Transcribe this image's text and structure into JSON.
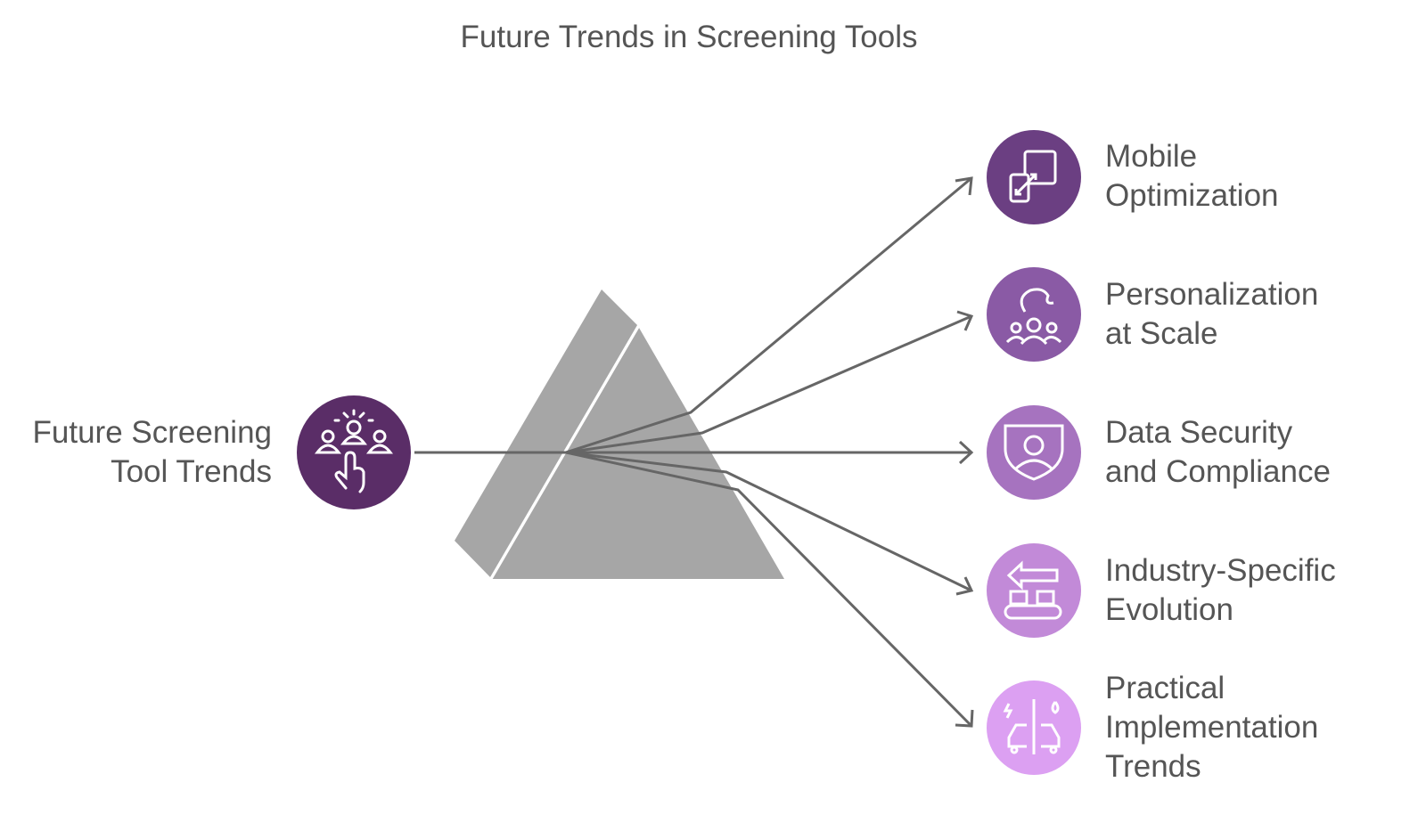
{
  "title": "Future Trends in Screening Tools",
  "source": {
    "line1": "Future Screening",
    "line2": "Tool Trends",
    "icon": "people-hand-icon",
    "color": "#5a2d67"
  },
  "outputs": [
    {
      "line1": "Mobile",
      "line2": "Optimization",
      "line3": "",
      "icon": "mobile-resize-icon",
      "color": "#6b3f82"
    },
    {
      "line1": "Personalization",
      "line2": "at Scale",
      "line3": "",
      "icon": "personalized-group-icon",
      "color": "#8a5aa5"
    },
    {
      "line1": "Data Security",
      "line2": "and Compliance",
      "line3": "",
      "icon": "shield-user-icon",
      "color": "#a673bf"
    },
    {
      "line1": "Industry-Specific",
      "line2": "Evolution",
      "line3": "",
      "icon": "conveyor-icon",
      "color": "#c28ad8"
    },
    {
      "line1": "Practical",
      "line2": "Implementation",
      "line3": "Trends",
      "icon": "cars-compare-icon",
      "color": "#dca0f2"
    }
  ]
}
